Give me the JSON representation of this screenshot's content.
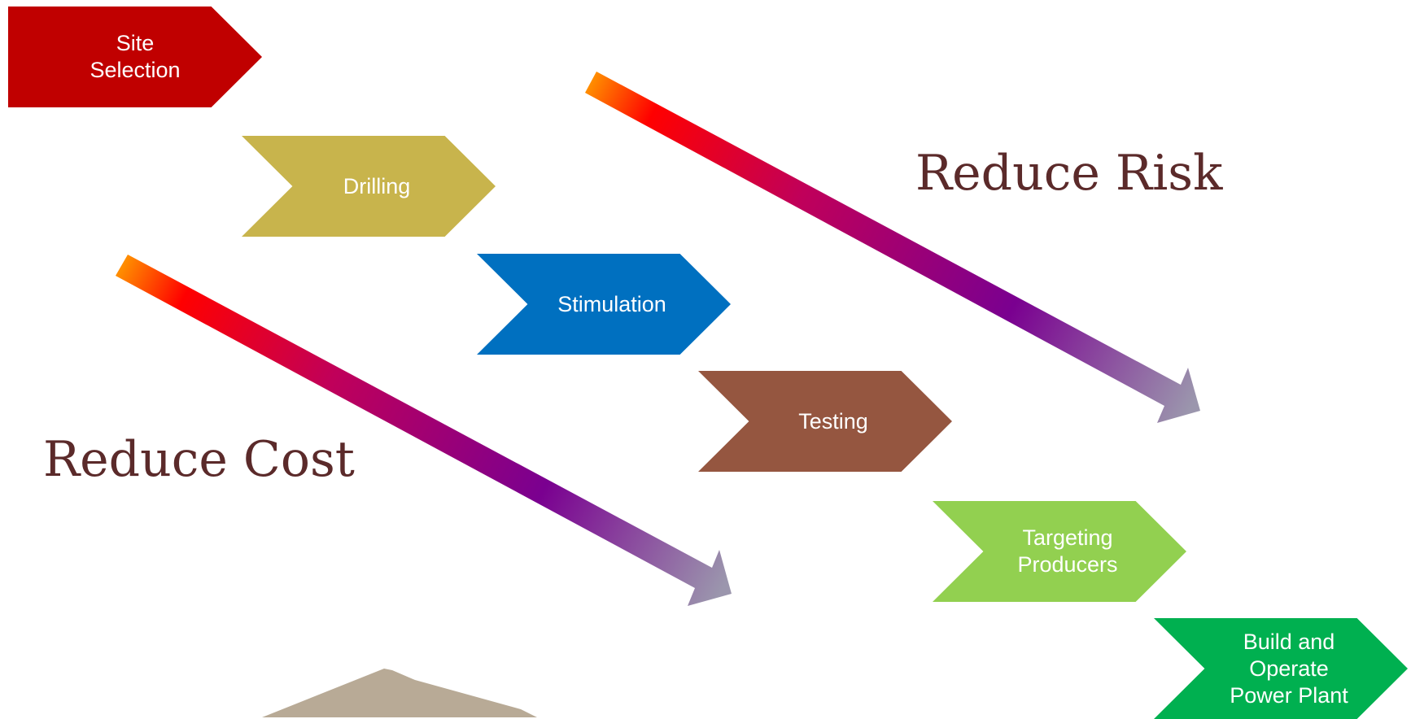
{
  "steps": [
    {
      "label": "Site\nSelection",
      "color": "#c00000"
    },
    {
      "label": "Drilling",
      "color": "#c8b44c"
    },
    {
      "label": "Stimulation",
      "color": "#0070c0"
    },
    {
      "label": "Testing",
      "color": "#955640"
    },
    {
      "label": "Targeting\nProducers",
      "color": "#92d050"
    },
    {
      "label": "Build and\nOperate\nPower Plant",
      "color": "#00b050"
    }
  ],
  "labels": {
    "reduce_risk": "Reduce Risk",
    "reduce_cost": "Reduce Cost"
  },
  "arrow_gradient": [
    "#ff8c00",
    "#ff0000",
    "#c0005a",
    "#7a0090",
    "#9b96ad"
  ],
  "text_color": "#5b2a2a",
  "mountain_color": "#b8aa96"
}
